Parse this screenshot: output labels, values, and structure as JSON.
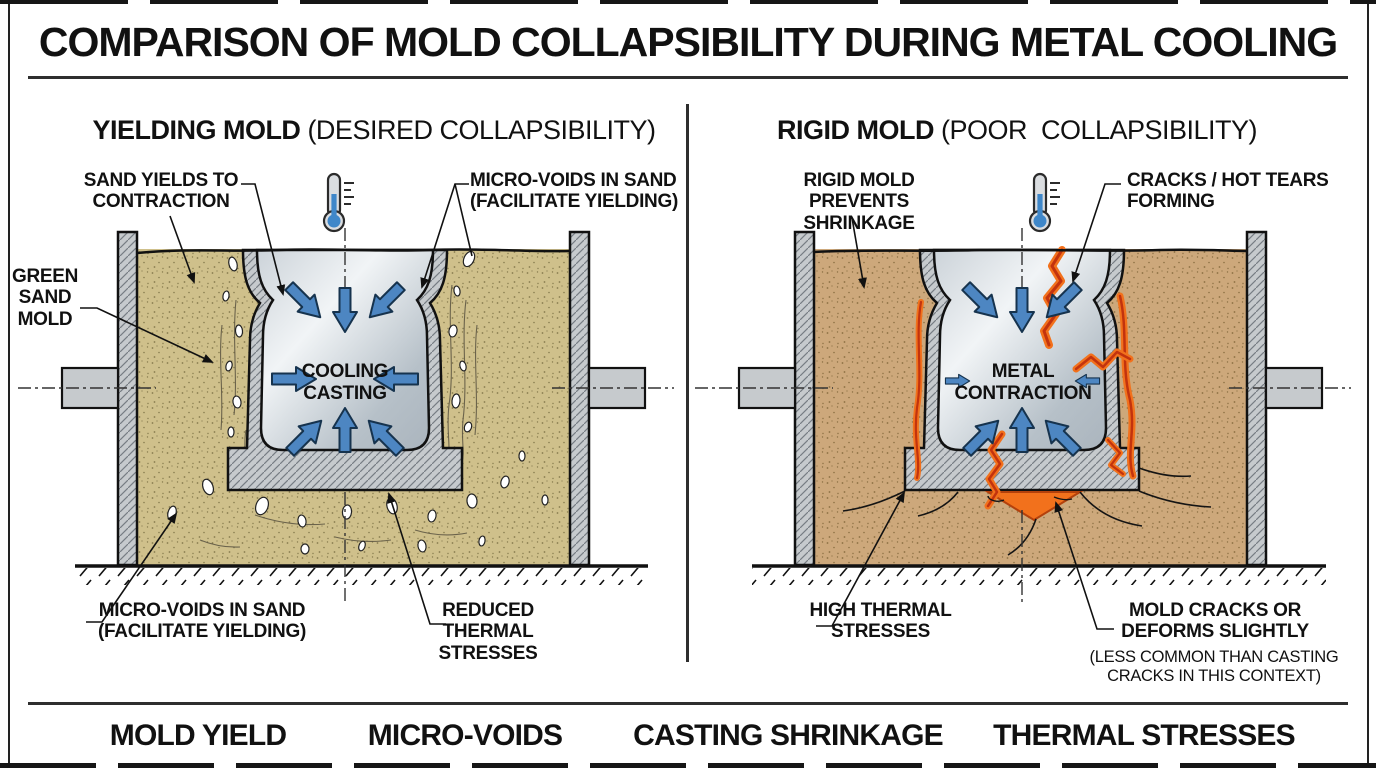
{
  "title": "COMPARISON OF MOLD COLLAPSIBILITY DURING METAL COOLING",
  "footer": {
    "items": [
      "MOLD YIELD",
      "MICRO-VOIDS",
      "CASTING SHRINKAGE",
      "THERMAL STRESSES"
    ]
  },
  "colors": {
    "sand_left": "#cfc08b",
    "sand_right": "#cda87b",
    "mold_gray": "#c6cacd",
    "metal_light": "#f1f4f6",
    "metal_dark": "#aab4bd",
    "arrow_blue": "#4d86c2",
    "crack_orange": "#f2711c",
    "crack_core": "#c2330e",
    "line_black": "#111111"
  },
  "left": {
    "title_bold": "YIELDING MOLD",
    "title_note": " (DESIRED COLLAPSIBILITY)",
    "label_sand_yields": "SAND YIELDS TO\nCONTRACTION",
    "label_microvoids_top": "MICRO-VOIDS IN SAND\n(FACILITATE YIELDING)",
    "label_green_sand": "GREEN\nSAND\nMOLD",
    "label_center": "COOLING\nCASTING",
    "label_microvoids_bottom": "MICRO-VOIDS IN SAND\n(FACILITATE YIELDING)",
    "label_reduced": "REDUCED\nTHERMAL\nSTRESSES"
  },
  "right": {
    "title_bold": "RIGID MOLD",
    "title_note": " (POOR  COLLAPSIBILITY)",
    "label_rigid": "RIGID MOLD\nPREVENTS SHRINKAGE",
    "label_cracks": "CRACKS / HOT TEARS\nFORMING",
    "label_center": "METAL\nCONTRACTION",
    "label_high_thermal": "HIGH THERMAL\nSTRESSES",
    "label_mold_cracks": "MOLD CRACKS OR\nDEFORMS SLIGHTLY",
    "label_mold_cracks_note": "(LESS COMMON THAN CASTING\nCRACKS IN THIS CONTEXT)"
  }
}
